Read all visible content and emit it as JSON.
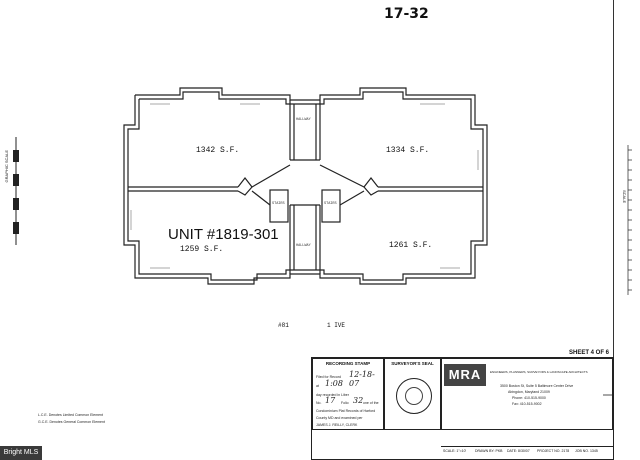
{
  "sheet_id": "17-32",
  "plan": {
    "rooms": [
      {
        "area": "1342 S.F."
      },
      {
        "area": "1334 S.F."
      },
      {
        "area": "1261 S.F."
      }
    ],
    "unit": {
      "label": "UNIT #1819-301",
      "area": "1259 S.F."
    },
    "hallway_label": "HALLWAY",
    "stair_label": "STAIRS",
    "figure_label": "#81",
    "level_label": "1 IVE"
  },
  "scale_labels": {
    "left": "GRAPHIC SCALE",
    "right": "SCALE"
  },
  "title_block": {
    "sheet_label": "SHEET 4 OF 6",
    "recording_stamp": {
      "header": "RECORDING STAMP",
      "lines": [
        "Filed for Record",
        "at",
        "day recorded in Liber",
        "No.",
        "Folio",
        "one of the",
        "Condominium Plat Records of Harford",
        "County MD and examined per",
        "JAMES J. REILLY, CLERK"
      ],
      "date_hand": "12-18-07",
      "time_hand": "1:08",
      "no_hand": "17",
      "folio_hand": "32"
    },
    "surveyors_seal": "SURVEYOR'S SEAL",
    "firm": {
      "logo": "MRA",
      "lines": [
        "ENGINEERS, PLANNERS, SURVEYORS & LANDSCAPE ARCHITECTS",
        "3500 Boston St, Suite 5 Baltimore Center Drive",
        "Abingdon, Maryland 21009",
        "Phone: 410-515-9000",
        "Fax: 410-515-9002"
      ]
    },
    "footer": [
      "SCALE: 1\"=10'",
      "DRAWN BY: PKB",
      "DATE: 8/30/07",
      "PROJECT NO. 2178",
      "JOB NO. 1345"
    ]
  },
  "legend": [
    "L.C.E.   Denotes Limited Common Element",
    "G.C.E.   Denotes General Common Element"
  ],
  "watermark": "Bright MLS"
}
